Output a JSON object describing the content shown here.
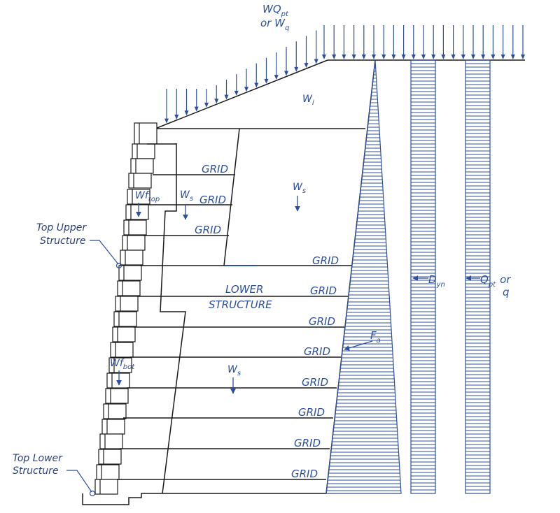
{
  "labels": {
    "surcharge_line1": "WQ",
    "surcharge_line1_sub": "pt",
    "surcharge_line2": "or W",
    "surcharge_line2_sub": "q",
    "wi": "W",
    "wi_sub": "i",
    "ws_upper": "W",
    "ws_upper_sub": "s",
    "ws_left": "W",
    "ws_left_sub": "s",
    "ws_lower": "W",
    "ws_lower_sub": "s",
    "wf_top": "Wf",
    "wf_top_sub": "top",
    "wf_bot": "Wf",
    "wf_bot_sub": "bot",
    "top_upper_line1": "Top Upper",
    "top_upper_line2": "Structure",
    "top_lower_line1": "Top Lower",
    "top_lower_line2": "Structure",
    "lower_structure_line1": "LOWER",
    "lower_structure_line2": "STRUCTURE",
    "fa": "F",
    "fa_sub": "a",
    "dyn": "D",
    "dyn_sub": "yn",
    "qpt_line1": "Q",
    "qpt_sub": "pt",
    "qpt_or": "or",
    "qpt_line2": "q",
    "grid": "GRID"
  },
  "colors": {
    "blue": "#2d4f9e",
    "black": "#1a1a1a"
  }
}
